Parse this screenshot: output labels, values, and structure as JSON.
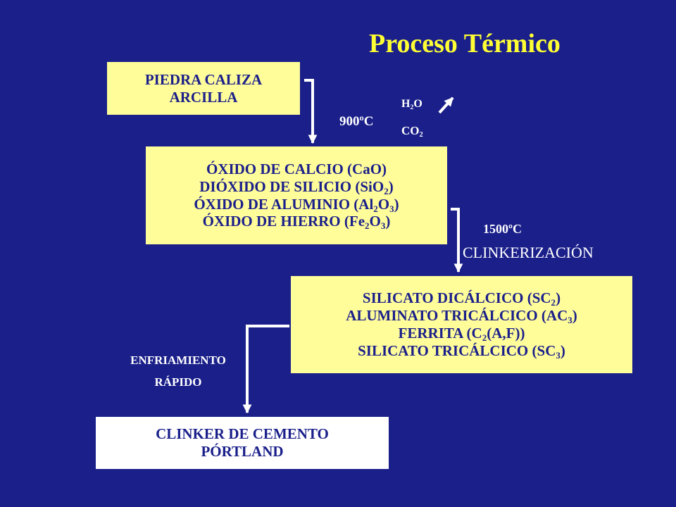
{
  "title": "Proceso Térmico",
  "stage1": {
    "lines": [
      "PIEDRA CALIZA",
      "ARCILLA"
    ]
  },
  "step1": {
    "temperature": "900ºC",
    "byproducts": [
      {
        "base": "H",
        "sub": "2",
        "tail": "O"
      },
      {
        "base": "CO",
        "sub": "2",
        "tail": ""
      }
    ]
  },
  "stage2": {
    "lines": [
      {
        "pre": "ÓXIDO DE CALCIO (CaO)"
      },
      {
        "pre": "DIÓXIDO DE SILICIO (SiO",
        "s1": "2",
        "post": ")"
      },
      {
        "pre": "ÓXIDO DE ALUMINIO (Al",
        "s1": "2",
        "mid": "O",
        "s2": "3",
        "post": ")"
      },
      {
        "pre": "ÓXIDO DE HIERRO (Fe",
        "s1": "2",
        "mid": "O",
        "s2": "3",
        "post": ")"
      }
    ]
  },
  "step2": {
    "temperature": "1500ºC",
    "label": "CLINKERIZACIÓN"
  },
  "stage3": {
    "lines": [
      {
        "pre": "SILICATO DICÁLCICO (SC",
        "s1": "2",
        "post": ")"
      },
      {
        "pre": "ALUMINATO TRICÁLCICO (AC",
        "s1": "3",
        "post": ")"
      },
      {
        "pre": "FERRITA (C",
        "s1": "2",
        "post": "(A,F))"
      },
      {
        "pre": "SILICATO TRICÁLCICO (SC",
        "s1": "3",
        "post": ")"
      }
    ]
  },
  "step3": {
    "lines": [
      "ENFRIAMIENTO",
      "RÁPIDO"
    ]
  },
  "stage4": {
    "lines": [
      "CLINKER DE CEMENTO",
      "PÓRTLAND"
    ]
  },
  "colors": {
    "background": "#1a1f8a",
    "title": "#ffff33",
    "box": "#fffc9a",
    "final_box": "#ffffff",
    "text_dark": "#1a1f8a",
    "connector": "#ffffff"
  }
}
